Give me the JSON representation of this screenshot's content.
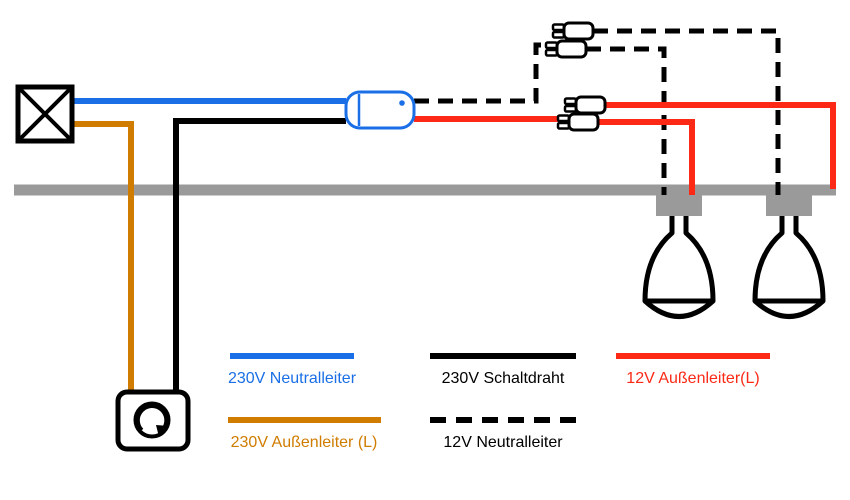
{
  "colors": {
    "blue": "#1a6fe6",
    "orange": "#d07c00",
    "red": "#fb2916",
    "black": "#000000",
    "gray": "#9a9a9a",
    "white": "#ffffff"
  },
  "icons": {
    "junction_box": "crossed-square",
    "transformer": "capsule-with-dot",
    "lamp_connector": "two-pin-plug",
    "halogen_lamp": "spot-bell",
    "dimmer_switch": "rotary-knob-with-arrow",
    "ceiling_rail": "gray-bar"
  },
  "legend": {
    "items": [
      {
        "label": "230V Neutralleiter",
        "color": "#1a6fe6",
        "style": "solid"
      },
      {
        "label": "230V Schaltdraht",
        "color": "#000000",
        "style": "solid"
      },
      {
        "label": "12V Außenleiter(L)",
        "color": "#fb2916",
        "style": "solid"
      },
      {
        "label": "230V Außenleiter (L)",
        "color": "#d07c00",
        "style": "solid"
      },
      {
        "label": "12V Neutralleiter",
        "color": "#000000",
        "style": "dashed"
      }
    ]
  }
}
